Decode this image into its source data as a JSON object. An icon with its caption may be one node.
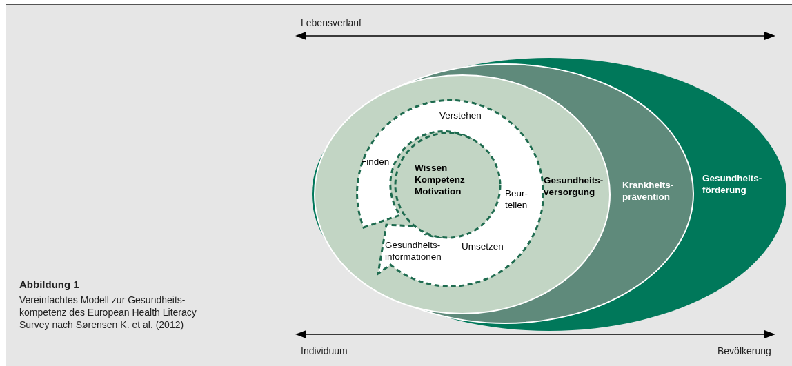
{
  "diagram": {
    "nodes": [
      {
        "text": [
          "Gesundheits- förderung"
        ]
      },
      {
        "text": [
          "Krankheits- prävention"
        ],
        "in": 0
      },
      {
        "text": [
          "Gesundheits- versorgung"
        ],
        "in": 1
      },
      {
        "text": [
          "Verstehen",
          "Finden",
          "Beur- teilen",
          "Umsetzen",
          "Gesundheits- informationen"
        ],
        "in": 2
      },
      {
        "text": [
          "Wissen Kompetenz Motivation"
        ],
        "in": 2
      }
    ],
    "labels": [
      "Lebensverlauf",
      "Abbildung 1",
      "Vereinfachtes Modell zur Gesundheits- kompetenz des European Health Literacy Survey nach Sørensen K. et al. (2012)",
      "Individuum",
      "Bevölkerung"
    ]
  }
}
